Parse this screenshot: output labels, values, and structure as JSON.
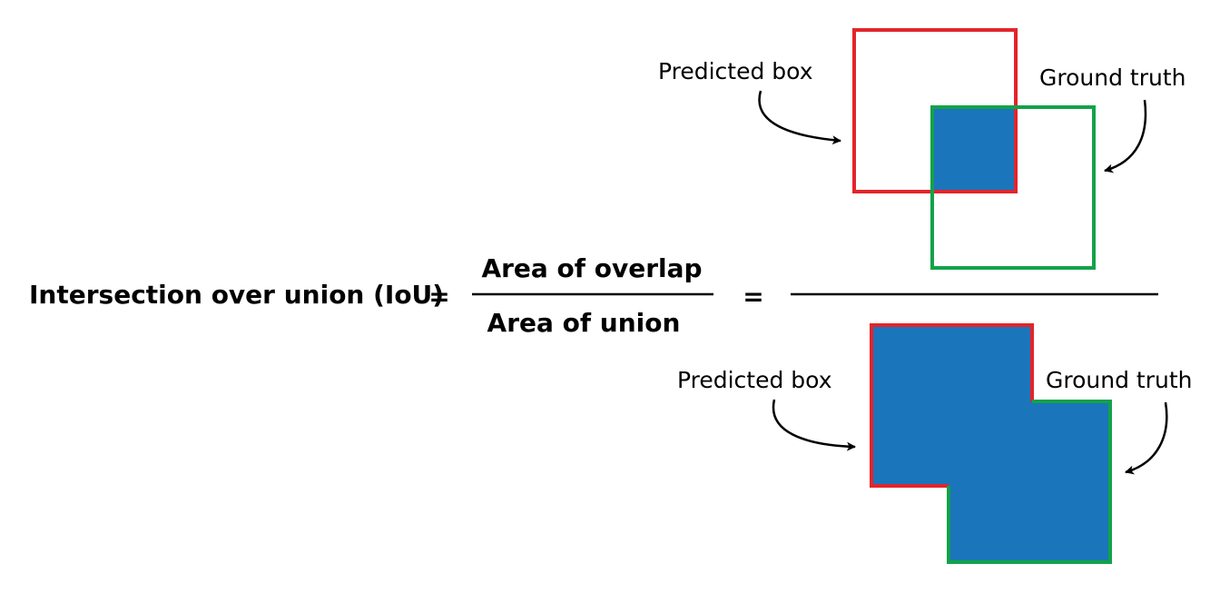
{
  "equation": {
    "lhs": "Intersection over union (IoU)",
    "equals": "=",
    "numerator": "Area of overlap",
    "denominator": "Area of union"
  },
  "overlap_figure": {
    "predicted_label": "Predicted box",
    "ground_truth_label": "Ground truth"
  },
  "union_figure": {
    "predicted_label": "Predicted box",
    "ground_truth_label": "Ground truth"
  },
  "colors": {
    "predicted_box": "#e3242b",
    "ground_truth": "#12a24a",
    "fill": "#1b75bb",
    "ink": "#000000"
  }
}
